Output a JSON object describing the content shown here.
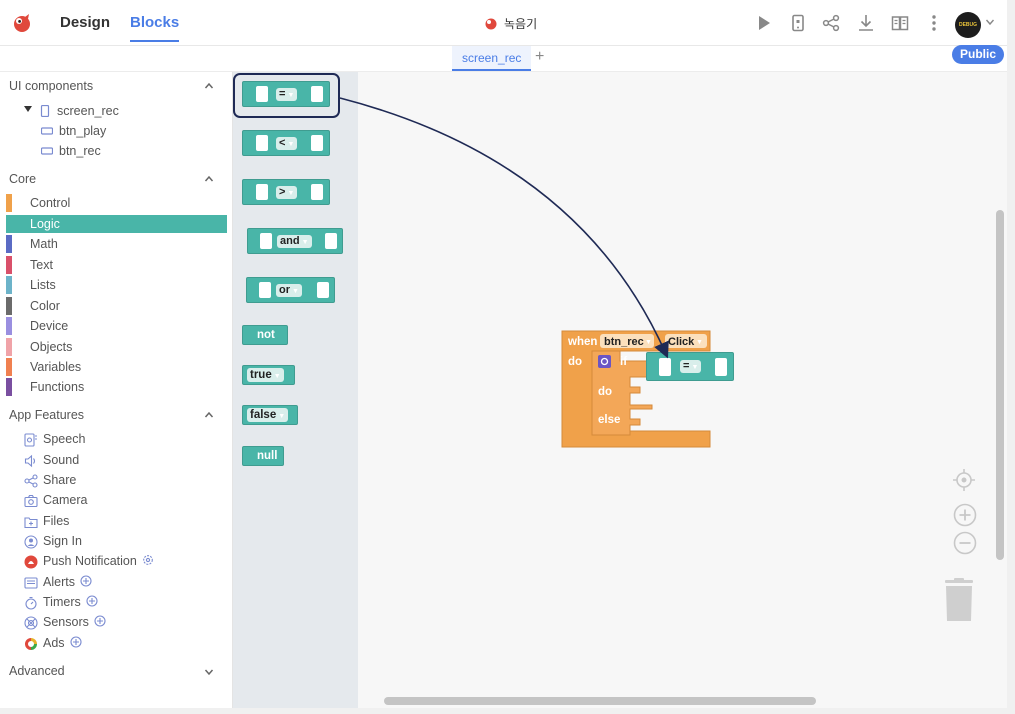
{
  "header": {
    "tabs": [
      {
        "label": "Design",
        "active": false
      },
      {
        "label": "Blocks",
        "active": true
      }
    ],
    "project_name": "녹음기",
    "avatar_text": "DEBUG",
    "accent": "#4a7de6"
  },
  "screens": {
    "tabs": [
      {
        "label": "screen_rec"
      }
    ],
    "add": "+",
    "public_label": "Public"
  },
  "sidebar": {
    "ui_components": {
      "title": "UI components",
      "tree": [
        {
          "label": "screen_rec",
          "icon": "phone-icon"
        },
        {
          "label": "btn_play",
          "icon": "button-icon"
        },
        {
          "label": "btn_rec",
          "icon": "button-icon"
        }
      ]
    },
    "core": {
      "title": "Core",
      "items": [
        {
          "label": "Control",
          "color": "#f0a14a"
        },
        {
          "label": "Logic",
          "color": "#49b5a8",
          "active": true
        },
        {
          "label": "Math",
          "color": "#5a6bc4"
        },
        {
          "label": "Text",
          "color": "#d9506a"
        },
        {
          "label": "Lists",
          "color": "#6cb3c9"
        },
        {
          "label": "Color",
          "color": "#6b6b6b"
        },
        {
          "label": "Device",
          "color": "#9a8fe0"
        },
        {
          "label": "Objects",
          "color": "#f0a3a8"
        },
        {
          "label": "Variables",
          "color": "#f08050"
        },
        {
          "label": "Functions",
          "color": "#7a4fa0"
        }
      ]
    },
    "app_features": {
      "title": "App Features",
      "items": [
        {
          "label": "Speech",
          "icon": "speech-icon"
        },
        {
          "label": "Sound",
          "icon": "sound-icon"
        },
        {
          "label": "Share",
          "icon": "share-icon"
        },
        {
          "label": "Camera",
          "icon": "camera-icon"
        },
        {
          "label": "Files",
          "icon": "files-icon"
        },
        {
          "label": "Sign In",
          "icon": "user-icon"
        },
        {
          "label": "Push Notification",
          "icon": "push-icon"
        },
        {
          "label": "Alerts",
          "icon": "alert-icon"
        },
        {
          "label": "Timers",
          "icon": "timer-icon"
        },
        {
          "label": "Sensors",
          "icon": "sensor-icon"
        },
        {
          "label": "Ads",
          "icon": "ads-icon"
        }
      ]
    },
    "advanced": {
      "title": "Advanced"
    }
  },
  "flyout": {
    "compare_ops": [
      "=",
      "<",
      ">"
    ],
    "logic_ops": [
      "and",
      "or"
    ],
    "not_label": "not",
    "true_label": "true",
    "false_label": "false",
    "null_label": "null",
    "logic_color": "#49b5a8"
  },
  "workspace": {
    "event_block": {
      "when": "when",
      "component": "btn_rec",
      "event": "Click",
      "do": "do",
      "color": "#f0a14a"
    },
    "if_block": {
      "if": "if",
      "do": "do",
      "else": "else",
      "operator": "="
    }
  }
}
